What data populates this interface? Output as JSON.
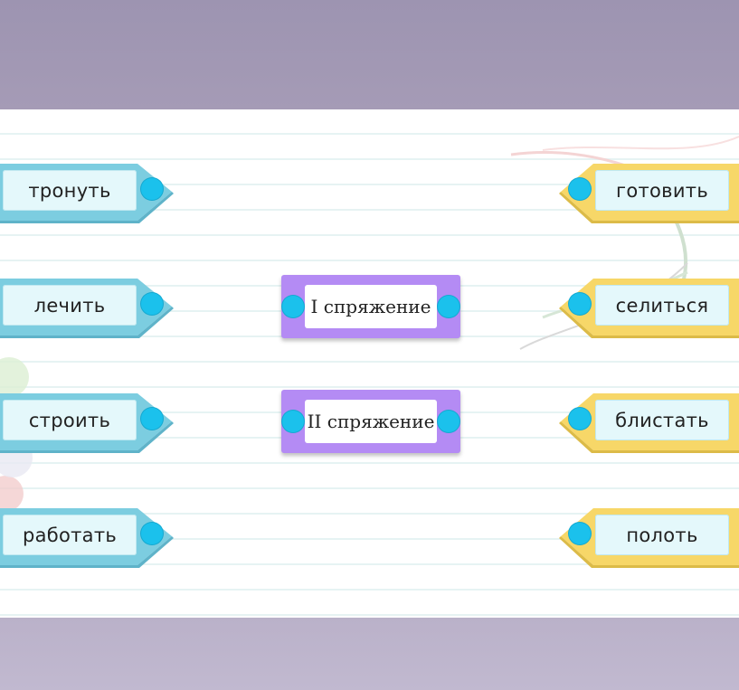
{
  "colors": {
    "left_tag": "#7ccde0",
    "right_tag": "#f7d768",
    "category": "#b48bf4",
    "connector_dot": "#1bc1ec"
  },
  "left_words": [
    {
      "label": "тронуть"
    },
    {
      "label": "лечить"
    },
    {
      "label": "строить"
    },
    {
      "label": "работать"
    }
  ],
  "categories": [
    {
      "label": "I спряжение"
    },
    {
      "label": "II спряжение"
    }
  ],
  "right_words": [
    {
      "label": "готовить"
    },
    {
      "label": "селиться"
    },
    {
      "label": "блистать"
    },
    {
      "label": "полоть"
    }
  ]
}
